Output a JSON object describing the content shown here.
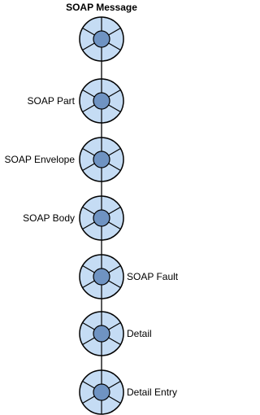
{
  "diagram": {
    "title": "SOAP Message",
    "nodes": [
      {
        "label": "",
        "label_side": "none"
      },
      {
        "label": "SOAP Part",
        "label_side": "left"
      },
      {
        "label": "SOAP Envelope",
        "label_side": "left"
      },
      {
        "label": "SOAP Body",
        "label_side": "left"
      },
      {
        "label": "SOAP Fault",
        "label_side": "right"
      },
      {
        "label": "Detail",
        "label_side": "right"
      },
      {
        "label": "Detail Entry",
        "label_side": "right"
      }
    ],
    "colors": {
      "node_fill": "#c5dcf4",
      "node_center": "#6f93c2",
      "outline": "#000000"
    },
    "icon": "object-wheel-icon"
  }
}
